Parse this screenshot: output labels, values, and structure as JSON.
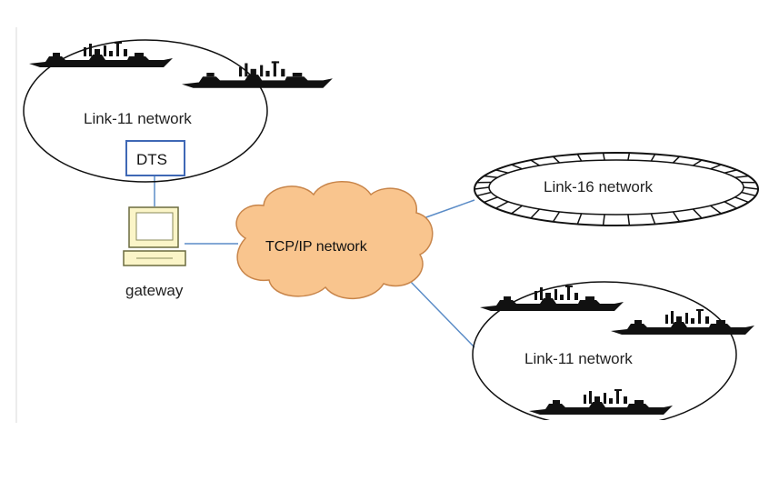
{
  "diagram": {
    "link11_top": {
      "label": "Link-11 network"
    },
    "dts": {
      "label": "DTS"
    },
    "gateway": {
      "label": "gateway"
    },
    "tcp_ip": {
      "label": "TCP/IP network"
    },
    "link16": {
      "label": "Link-16 network"
    },
    "link11_bottom": {
      "label": "Link-11 network"
    }
  },
  "colors": {
    "cloud_fill": "#f9c58e",
    "cloud_stroke": "#c8854a",
    "link_line": "#5b8cc7",
    "dts_border": "#3f68b5",
    "ship": "#111111",
    "computer_fill": "#fbf5c8",
    "computer_stroke": "#6b6b3f"
  },
  "icons": [
    "ship-icon",
    "computer-icon",
    "cloud-icon",
    "ring-icon"
  ]
}
